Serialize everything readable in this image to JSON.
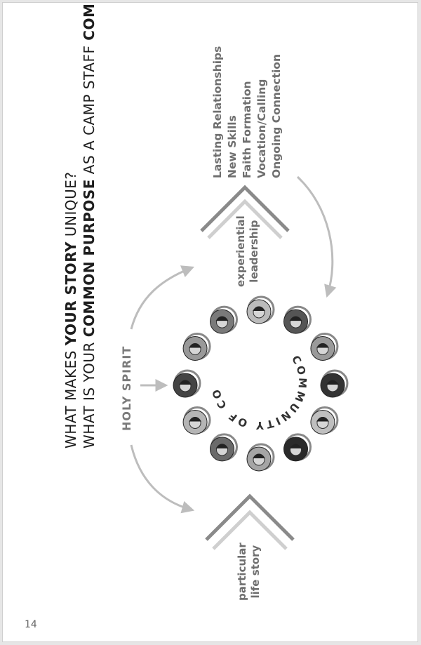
{
  "heading": {
    "line1_pre": "WHAT MAKES ",
    "line1_bold": "YOUR STORY",
    "line1_post": " UNIQUE?",
    "line2_pre": "WHAT IS YOUR ",
    "line2_bold1": "COMMON PURPOSE",
    "line2_mid": " AS A CAMP STAFF ",
    "line2_bold2": "COMMUNITY",
    "line2_post": "?"
  },
  "outcomes": [
    "Lasting Relationships",
    "New Skills",
    "Faith Formation",
    "Vocation/Calling",
    "Ongoing Connection"
  ],
  "labels": {
    "experiential_1": "experiential",
    "experiential_2": "leadership",
    "particular_1": "particular",
    "particular_2": "life story",
    "holy_spirit": "HOLY SPIRIT",
    "circle_text": "COMMUNITY OF COMMON PURPOSE"
  },
  "page_number": "14",
  "colors": {
    "chevron": "#8a8a8a",
    "chevron_light": "#cfcfcf",
    "arrow": "#bdbdbd",
    "text_dark": "#1d1d1d",
    "text_gray": "#6f6f6f"
  }
}
